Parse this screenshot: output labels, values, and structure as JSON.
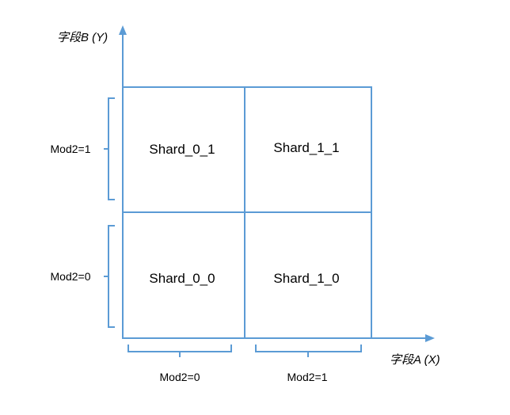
{
  "axes": {
    "y_label": "字段B (Y)",
    "x_label": "字段A (X)"
  },
  "shards": {
    "top_left": "Shard_0_1",
    "top_right": "Shard_1_1",
    "bottom_left": "Shard_0_0",
    "bottom_right": "Shard_1_0"
  },
  "y_brackets": {
    "top": "Mod2=1",
    "bottom": "Mod2=0"
  },
  "x_brackets": {
    "left": "Mod2=0",
    "right": "Mod2=1"
  },
  "colors": {
    "line": "#5b9bd5",
    "text": "#000000",
    "background": "#ffffff"
  }
}
